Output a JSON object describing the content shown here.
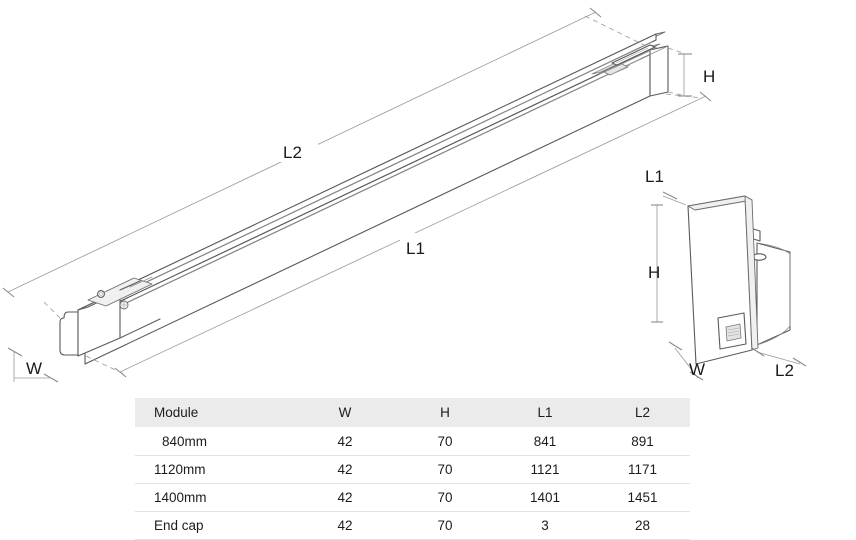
{
  "drawing": {
    "title": "Linear module dimension drawing",
    "views": {
      "main_isometric": {
        "name": "module-isometric-view",
        "dimension_labels": [
          "L2",
          "L1",
          "W",
          "H"
        ]
      },
      "end_cap_detail": {
        "name": "end-cap-detail-view",
        "dimension_labels": [
          "L1",
          "H",
          "W",
          "L2"
        ]
      }
    },
    "labels": {
      "main_l2": "L2",
      "main_l1": "L1",
      "main_w": "W",
      "main_h": "H",
      "cap_l1": "L1",
      "cap_h": "H",
      "cap_w": "W",
      "cap_l2": "L2"
    },
    "colors": {
      "outline": "#5a5a5a",
      "outline_light": "#8d8d8d",
      "dimension_line": "#9a9a9a",
      "fill": "#ffffff",
      "shade": "#ededed",
      "background": "#ffffff"
    }
  },
  "table": {
    "name": "module-dimension-table",
    "headers": [
      "Module",
      "W",
      "H",
      "L1",
      "L2"
    ],
    "rows": [
      {
        "module": "840mm",
        "w": "42",
        "h": "70",
        "l1": "841",
        "l2": "891"
      },
      {
        "module": "1120mm",
        "w": "42",
        "h": "70",
        "l1": "1121",
        "l2": "1171"
      },
      {
        "module": "1400mm",
        "w": "42",
        "h": "70",
        "l1": "1401",
        "l2": "1451"
      },
      {
        "module": "End cap",
        "w": "42",
        "h": "70",
        "l1": "3",
        "l2": "28"
      }
    ],
    "header_background": "#ebebeb",
    "row_separator": "#e3e3e3"
  }
}
